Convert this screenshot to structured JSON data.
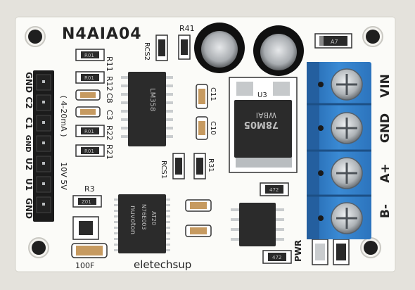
{
  "board": {
    "model": "N4AIA04",
    "brand": "eletechsup",
    "colors": {
      "pcb": "#fbfbf8",
      "silkscreen": "#222222",
      "terminal": "#2f7ec8",
      "chip": "#2b2b2b",
      "screw": "#bfc3c6"
    }
  },
  "left_header": {
    "pins": [
      "GND",
      "C2",
      "C1",
      "GND",
      "U2",
      "U1",
      "GND"
    ],
    "current_range": "( 4-20mA )",
    "voltage_range": "10V 5V"
  },
  "terminal_block": {
    "labels": [
      "VIN",
      "GND",
      "A+",
      "B-"
    ]
  },
  "components": {
    "resistors": [
      "R11",
      "R12",
      "R22",
      "R21",
      "R41",
      "R31",
      "R3"
    ],
    "capacitors": [
      "C8",
      "C3",
      "C11",
      "C10"
    ],
    "current_sense": [
      "RCS2",
      "RCS1"
    ],
    "regulator_ref": "U3",
    "regulator_marking": [
      "78M05",
      "WBAI"
    ],
    "mcu_marking": [
      "nuvoton",
      "N76E003",
      "AT20"
    ],
    "opamp_marking": [
      "LM358"
    ],
    "small_markings": [
      "R01",
      "R01",
      "R01",
      "R01",
      "Z01",
      "472",
      "472",
      "A7"
    ],
    "bulk_cap_marking": "100F"
  },
  "status": {
    "power_led": "PWR"
  }
}
